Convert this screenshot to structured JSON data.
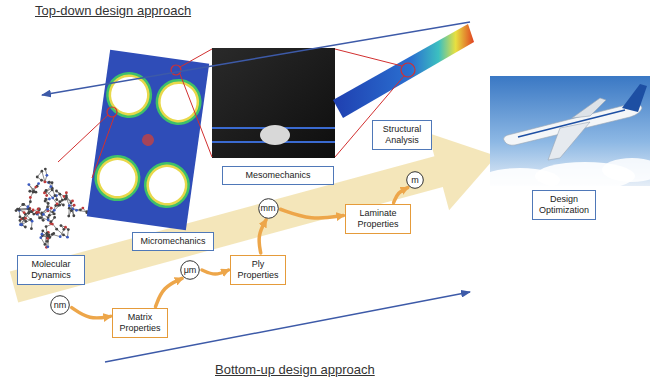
{
  "diagram": {
    "nodes": [
      {
        "text": [
          "Structural Analysis"
        ]
      },
      {
        "text": [
          "Mesomechanics"
        ]
      },
      {
        "text": [
          "Design Optimization"
        ]
      },
      {
        "text": [
          "m"
        ]
      },
      {
        "text": [
          "Laminate Properties"
        ]
      },
      {
        "text": [
          "mm"
        ]
      },
      {
        "text": [
          "Micromechanics"
        ]
      },
      {
        "text": [
          "Molecular Dynamics"
        ]
      },
      {
        "text": [
          "Ply Properties"
        ]
      },
      {
        "text": [
          "μm"
        ]
      },
      {
        "text": [
          "nm"
        ]
      },
      {
        "text": [
          "Matrix Properties"
        ]
      }
    ],
    "edges": [
      {
        "from": 10,
        "to": 11,
        "arrow": "to"
      },
      {
        "from": 11,
        "to": 9,
        "arrow": "to"
      },
      {
        "from": 9,
        "to": 8,
        "arrow": "to"
      },
      {
        "from": 8,
        "to": 5,
        "arrow": "to"
      },
      {
        "from": 5,
        "to": 4,
        "arrow": "to"
      },
      {
        "from": 4,
        "to": 3,
        "arrow": "to"
      }
    ],
    "labels": [
      "Top-down design approach",
      "Bottom-up design approach"
    ]
  }
}
